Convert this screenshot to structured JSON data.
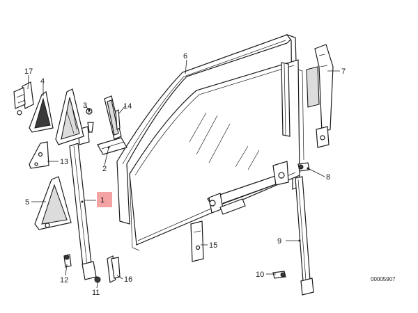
{
  "diagram": {
    "reference_code": "00005907",
    "highlight_color": "#f4a3a3",
    "highlighted_part": "1",
    "parts": [
      {
        "id": "p1",
        "number": "1"
      },
      {
        "id": "p2",
        "number": "2"
      },
      {
        "id": "p3",
        "number": "3"
      },
      {
        "id": "p4",
        "number": "4"
      },
      {
        "id": "p5",
        "number": "5"
      },
      {
        "id": "p6",
        "number": "6"
      },
      {
        "id": "p7",
        "number": "7"
      },
      {
        "id": "p8",
        "number": "8"
      },
      {
        "id": "p9",
        "number": "9"
      },
      {
        "id": "p10",
        "number": "10"
      },
      {
        "id": "p11",
        "number": "11"
      },
      {
        "id": "p12",
        "number": "12"
      },
      {
        "id": "p13",
        "number": "13"
      },
      {
        "id": "p14",
        "number": "14"
      },
      {
        "id": "p15",
        "number": "15"
      },
      {
        "id": "p16",
        "number": "16"
      },
      {
        "id": "p17",
        "number": "17"
      }
    ]
  }
}
